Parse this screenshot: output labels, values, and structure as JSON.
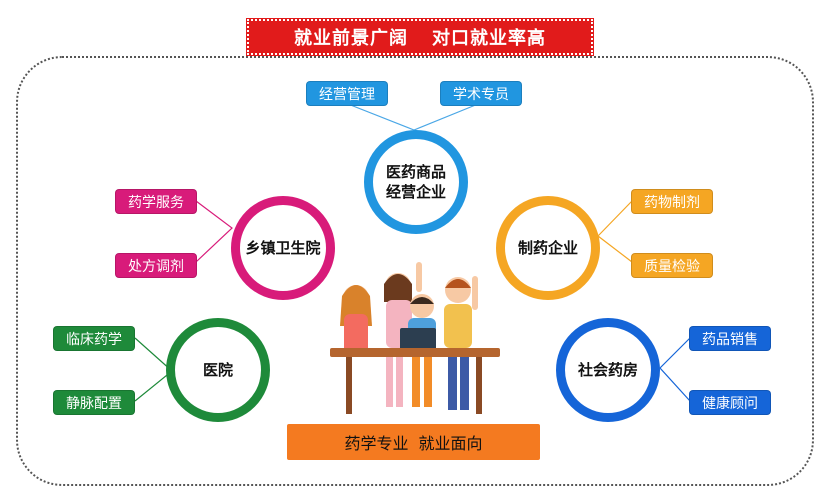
{
  "title": {
    "left": "就业前景广阔",
    "right": "对口就业率高"
  },
  "bottom": {
    "left": "药学专业",
    "right": "就业面向"
  },
  "nodes": {
    "pharma_trade": {
      "line1": "医药商品",
      "line2": "经营企业",
      "color": "#2196e0",
      "tags": [
        "经营管理",
        "学术专员"
      ]
    },
    "township": {
      "label": "乡镇卫生院",
      "color": "#d81b7a",
      "tags": [
        "药学服务",
        "处方调剂"
      ]
    },
    "manufacturer": {
      "label": "制药企业",
      "color": "#f5a623",
      "tags": [
        "药物制剂",
        "质量检验"
      ]
    },
    "hospital": {
      "label": "医院",
      "color": "#1e8a3a",
      "tags": [
        "临床药学",
        "静脉配置"
      ]
    },
    "pharmacy": {
      "label": "社会药房",
      "color": "#1565d8",
      "tags": [
        "药品销售",
        "健康顾问"
      ]
    }
  }
}
